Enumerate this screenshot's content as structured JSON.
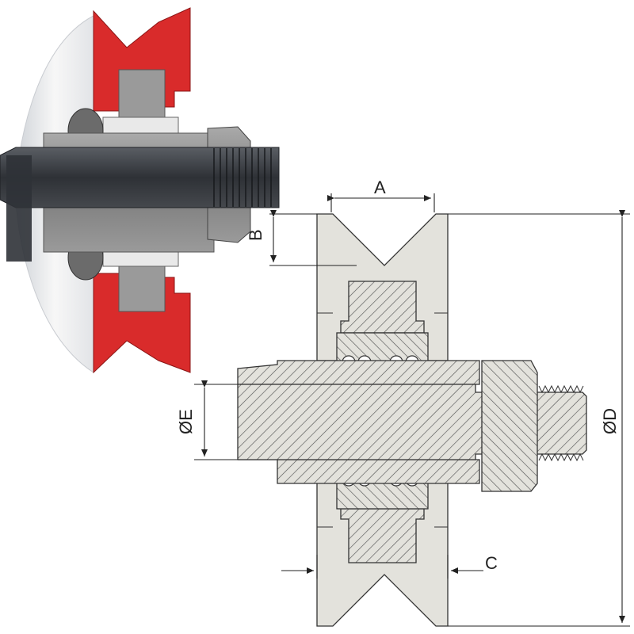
{
  "labels": {
    "a": "A",
    "b": "B",
    "c": "C",
    "d": "ØD",
    "e": "ØE"
  },
  "colors": {
    "wheel_red": "#d92b2b",
    "wheel_body": "#e3e2dc",
    "steel": "#8c8c8c",
    "shaft": "#3a3d42",
    "hatch": "#4a4a4a",
    "outline": "#333333"
  }
}
